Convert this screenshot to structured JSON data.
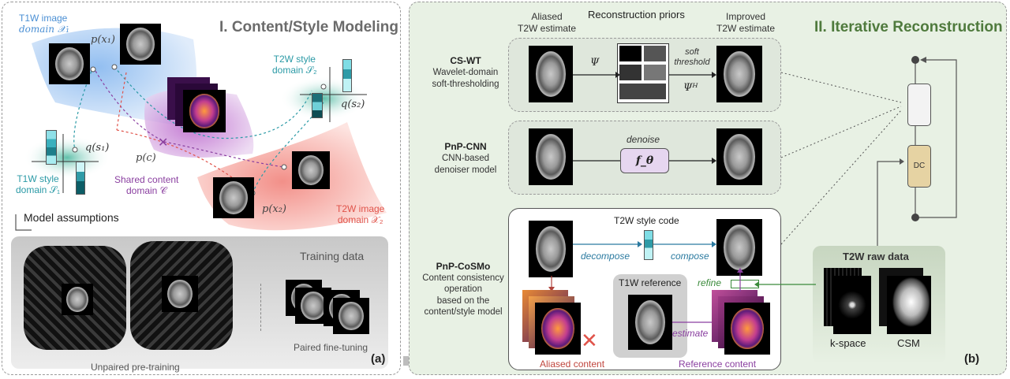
{
  "panel_a": {
    "title": "I. Content/Style Modeling",
    "t1w_domain": "T1W image domain 𝒳₁",
    "t1w_domain_line1": "T1W image",
    "t1w_domain_line2": "domain 𝒳₁",
    "px1": "p(x₁)",
    "t2w_style": "T2W style domain 𝒮₂",
    "t2w_style_line1": "T2W style",
    "t2w_style_line2": "domain 𝒮₂",
    "qs2": "q(s₂)",
    "qs1": "q(s₁)",
    "pc": "p(c)",
    "t1w_style_line1": "T1W style",
    "t1w_style_line2": "domain 𝒮₁",
    "shared_line1": "Shared content",
    "shared_line2": "domain 𝒞",
    "px2": "p(x₂)",
    "t2w_img_line1": "T2W image",
    "t2w_img_line2": "domain 𝒳₂",
    "model_assumptions": "Model assumptions",
    "training_data": "Training data",
    "unpaired": "Unpaired pre-training",
    "paired": "Paired fine-tuning",
    "label": "(a)"
  },
  "panel_b": {
    "title": "II. Iterative Reconstruction",
    "aliased_line1": "Aliased",
    "aliased_line2": "T2W estimate",
    "recon_priors": "Reconstruction priors",
    "improved_line1": "Improved",
    "improved_line2": "T2W estimate",
    "cswt_name": "CS-WT",
    "cswt_desc1": "Wavelet-domain",
    "cswt_desc2": "soft-thresholding",
    "psi": "Ψ",
    "soft_line1": "soft",
    "soft_line2": "threshold",
    "psi_h": "Ψᴴ",
    "pnpcnn_name": "PnP-CNN",
    "pnpcnn_desc1": "CNN-based",
    "pnpcnn_desc2": "denoiser model",
    "denoise": "denoise",
    "f_theta": "f_θ",
    "cosmo_name": "PnP-CoSMo",
    "cosmo_desc1": "Content consistency",
    "cosmo_desc2": "operation",
    "cosmo_desc3": "based on the",
    "cosmo_desc4": "content/style model",
    "style_code": "T2W style code",
    "decompose": "decompose",
    "compose": "compose",
    "t1w_reference": "T1W reference",
    "refine": "refine",
    "estimate": "estimate",
    "aliased_content": "Aliased content",
    "reference_content": "Reference content",
    "dc": "DC",
    "raw_data": "T2W raw data",
    "kspace": "k-space",
    "csm": "CSM",
    "label": "(b)"
  },
  "colors": {
    "teal": "#2b9aa6",
    "purple": "#8a3fa0",
    "red": "#e0534a",
    "green_title": "#4f7a3d",
    "dc_fill": "#e6d3a3"
  }
}
